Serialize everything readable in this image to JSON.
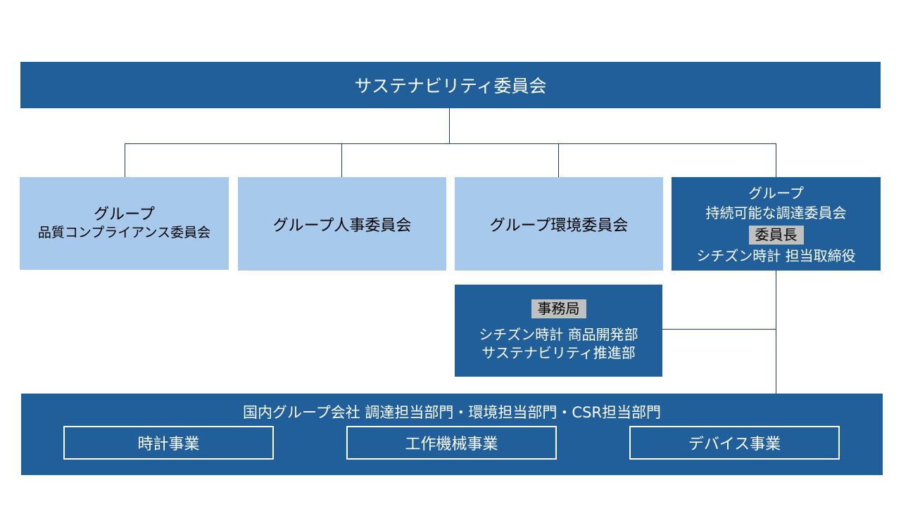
{
  "top": {
    "title": "サステナビリティ委員会"
  },
  "committees": [
    {
      "line1": "グループ",
      "line2": "品質コンプライアンス委員会"
    },
    {
      "line1": "グループ人事委員会"
    },
    {
      "line1": "グループ環境委員会"
    },
    {
      "line1": "グループ",
      "line2": "持続可能な調達委員会",
      "tag": "委員長",
      "line3": "シチズン時計 担当取締役"
    }
  ],
  "secretariat": {
    "tag": "事務局",
    "line1": "シチズン時計 商品開発部",
    "line2": "サステナビリティ推進部"
  },
  "bottom": {
    "title": "国内グループ会社 調達担当部門・環境担当部門・CSR担当部門",
    "businesses": [
      "時計事業",
      "工作機械事業",
      "デバイス事業"
    ]
  },
  "colors": {
    "dark_blue": "#215f9a",
    "light_blue": "#a6c9ec",
    "tag_gray": "#c0c0c0",
    "connector": "#1f3b57"
  }
}
